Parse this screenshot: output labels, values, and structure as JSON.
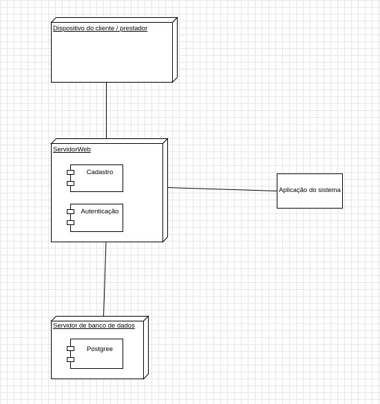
{
  "nodes": {
    "client_device": {
      "label": "Dispositivo do cliente / prestador"
    },
    "web_server": {
      "label": "ServidorWeb"
    },
    "db_server": {
      "label": "Servidor de banco de dados"
    }
  },
  "components": {
    "cadastro": {
      "label": "Cadastro"
    },
    "autenticacao": {
      "label": "Autenticação"
    },
    "postgree": {
      "label": "Postgree"
    }
  },
  "boxes": {
    "app_system": {
      "label": "Aplicação do sistema"
    }
  }
}
